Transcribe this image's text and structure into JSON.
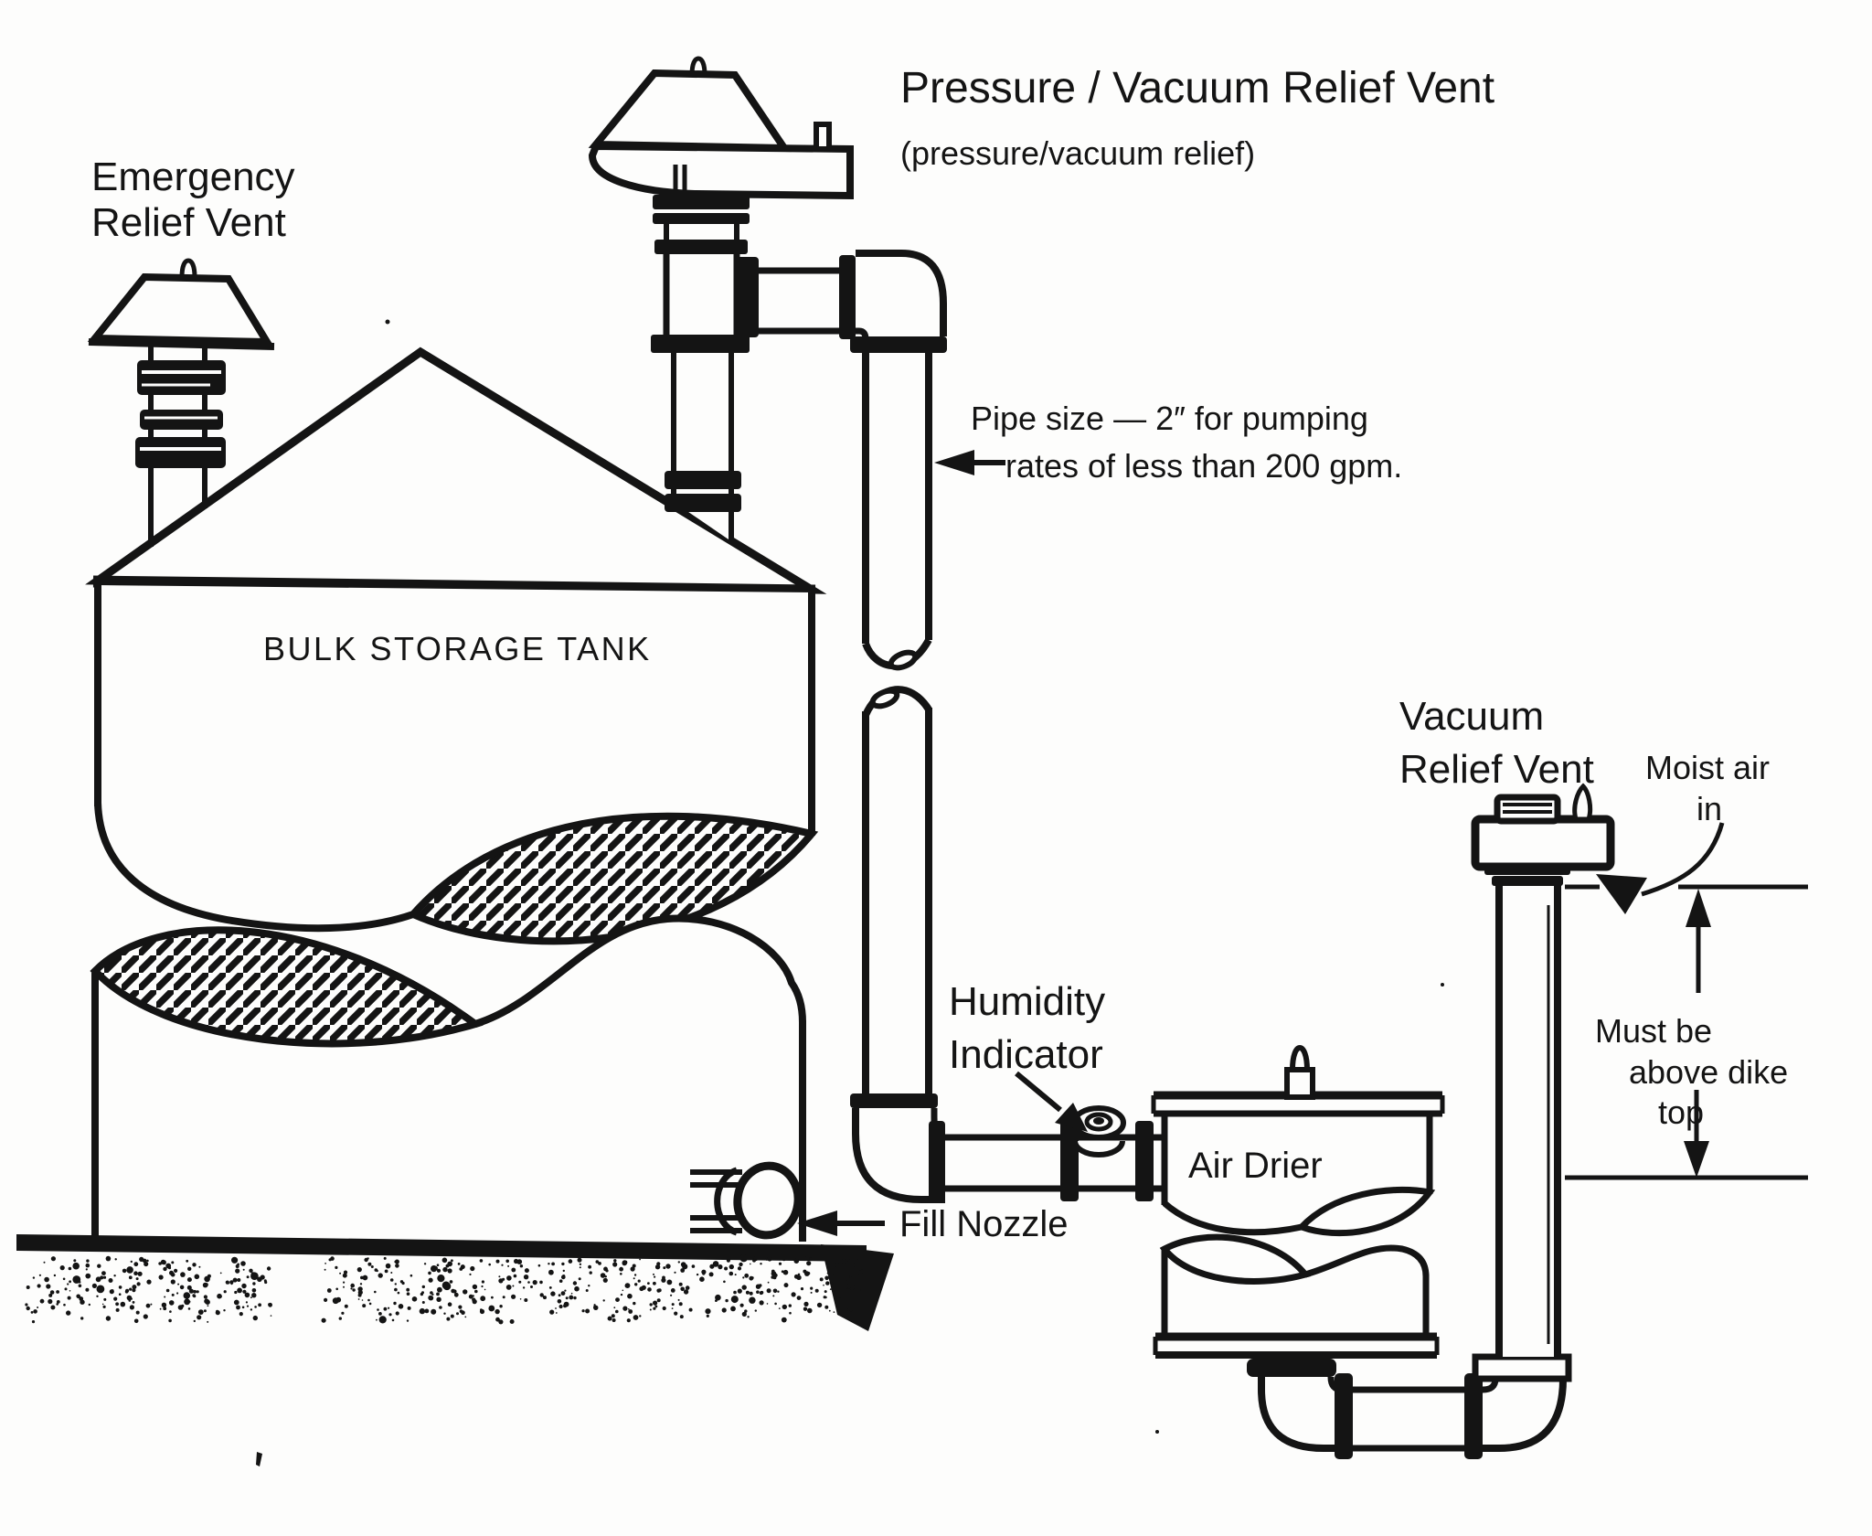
{
  "diagram": {
    "title": "Pressure / Vacuum Relief Vent",
    "subtitle": "(pressure/vacuum relief)"
  },
  "labels": {
    "emergency_vent": {
      "line1": "Emergency",
      "line2": "Relief Vent"
    },
    "tank": "BULK STORAGE TANK",
    "pipe_size": {
      "line1": "Pipe size — 2″ for pumping",
      "line2": "rates of less than 200 gpm."
    },
    "vacuum_vent": {
      "line1": "Vacuum",
      "line2": "Relief Vent"
    },
    "moist_air": {
      "line1": "Moist air",
      "line2": "in"
    },
    "dike": {
      "line1": "Must be",
      "line2": "above dike",
      "line3": "top"
    },
    "humidity": {
      "line1": "Humidity",
      "line2": "Indicator"
    },
    "air_drier": "Air Drier",
    "fill_nozzle": "Fill Nozzle"
  },
  "colors": {
    "ink": "#141414",
    "paper": "#fdfdfc"
  }
}
